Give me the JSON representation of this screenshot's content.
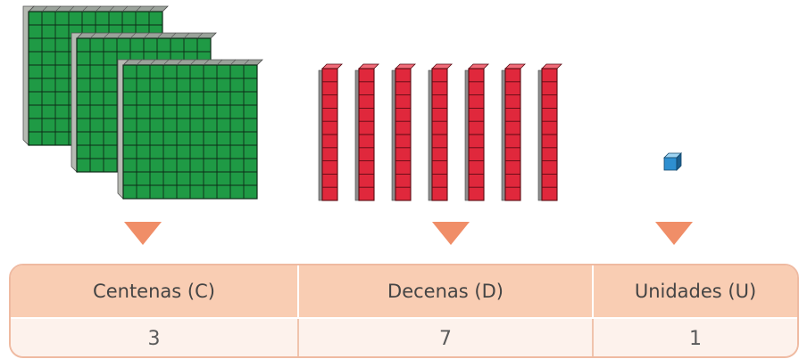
{
  "colors": {
    "hundred_fill": "#1f9a45",
    "hundred_line": "#0e2a17",
    "hundred_side": "#9aa29a",
    "ten_fill": "#e0283c",
    "ten_line": "#5a0a12",
    "ten_side": "#8e8e8e",
    "unit_front": "#2e8fd0",
    "unit_top": "#9fd4f2",
    "unit_side": "#1d5f8e",
    "arrow": "#f08e68"
  },
  "blocks": {
    "hundreds_count": 3,
    "tens_count": 7,
    "units_count": 1
  },
  "table": {
    "headers": [
      "Centenas (C)",
      "Decenas (D)",
      "Unidades (U)"
    ],
    "values": [
      "3",
      "7",
      "1"
    ]
  }
}
